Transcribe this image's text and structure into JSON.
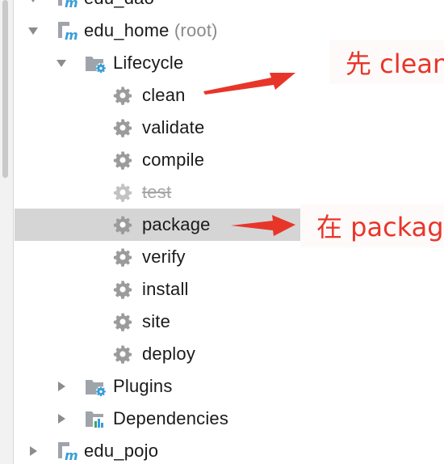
{
  "tree": {
    "modules": [
      {
        "name": "edu_dao"
      },
      {
        "name": "edu_home",
        "suffix": "(root)"
      },
      {
        "name": "edu_pojo"
      }
    ],
    "lifecycle": {
      "label": "Lifecycle",
      "phases": [
        "clean",
        "validate",
        "compile",
        "test",
        "package",
        "verify",
        "install",
        "site",
        "deploy"
      ],
      "skipped": "test",
      "selected": "package"
    },
    "plugins_label": "Plugins",
    "dependencies_label": "Dependencies"
  },
  "annotations": {
    "first": "先 clean",
    "second": "在 packag"
  },
  "colors": {
    "annotation_red": "#e8352a",
    "selection_gray": "#d5d5d5",
    "maven_blue": "#3a9ed6"
  },
  "icons": {
    "module": "maven-module-icon",
    "lifecycle": "lifecycle-folder-icon",
    "phase": "gear-icon",
    "plugins": "plugins-folder-icon",
    "dependencies": "dependencies-icon"
  }
}
